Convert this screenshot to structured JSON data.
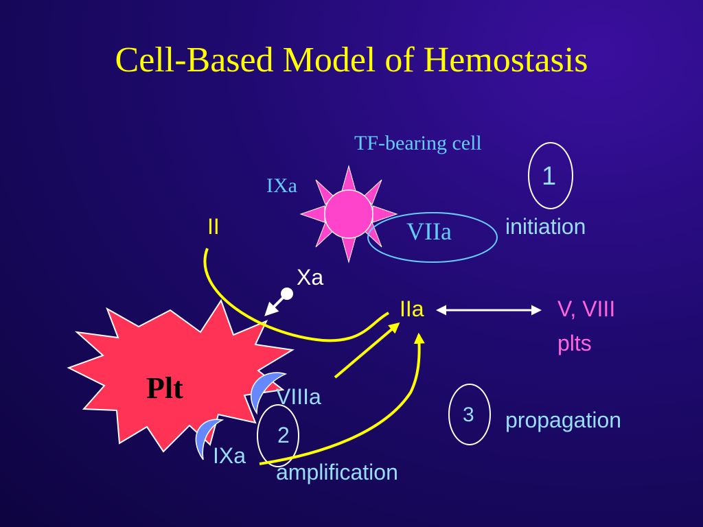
{
  "slide": {
    "title": "Cell-Based Model of Hemostasis"
  },
  "labels": {
    "tf_cell": "TF-bearing cell",
    "ixa_top": "IXa",
    "viia": "VIIa",
    "ii": "II",
    "xa": "Xa",
    "iia": "IIa",
    "v_viii": "V, VIII",
    "plts": "plts",
    "plt": "Plt",
    "viiia": "VIIIa",
    "ixa_bottom": "IXa"
  },
  "phases": [
    {
      "number": "1",
      "name": "initiation"
    },
    {
      "number": "2",
      "name": "amplification"
    },
    {
      "number": "3",
      "name": "propagation"
    }
  ],
  "colors": {
    "title": "#ffff00",
    "arrow_yellow": "#ffff00",
    "tf_cell": "#ff44cc",
    "tf_label": "#66ccff",
    "phase_text": "#99ddff",
    "plt_fill": "#ff3355",
    "crescent": "#6688ff",
    "v_viii": "#ff66dd"
  }
}
